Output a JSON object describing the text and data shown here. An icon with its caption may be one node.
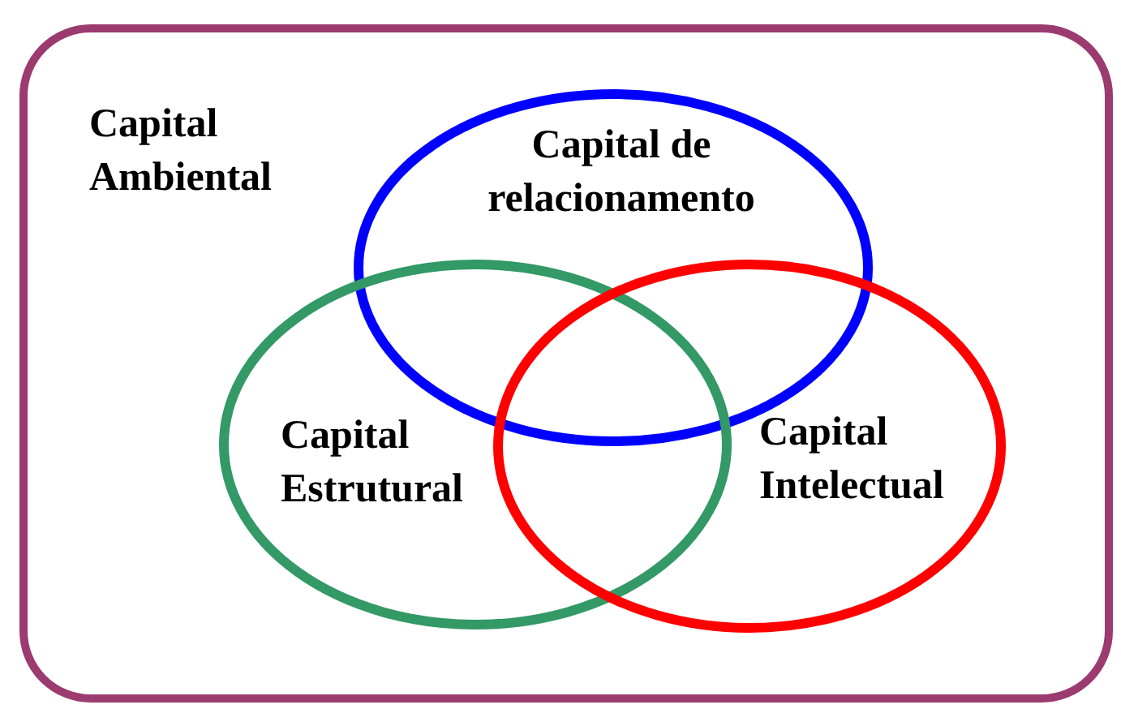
{
  "diagram": {
    "nodes": [
      {
        "text": [
          "Capital Ambiental"
        ]
      },
      {
        "text": [
          "Capital de relacionamento"
        ],
        "in": 0
      },
      {
        "text": [
          "Capital Estrutural"
        ],
        "in": 0
      },
      {
        "text": [
          "Capital Intelectual"
        ],
        "in": 0
      }
    ],
    "edges": []
  }
}
